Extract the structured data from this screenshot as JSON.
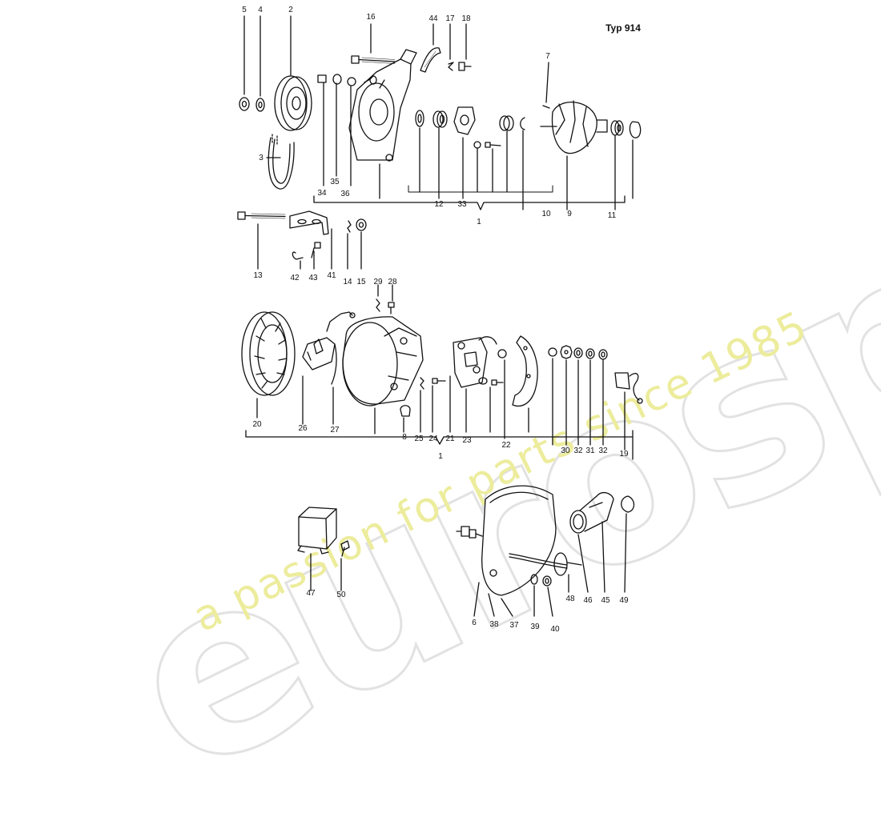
{
  "diagram": {
    "title": "Typ 914",
    "watermark": {
      "logo": "eurospares",
      "tagline": "a passion for parts since 1985"
    },
    "callouts": {
      "c5": "5",
      "c4": "4",
      "c2": "2",
      "c3": "3",
      "c16": "16",
      "c44": "44",
      "c17": "17",
      "c18": "18",
      "c7": "7",
      "c34": "34",
      "c35": "35",
      "c36": "36",
      "c12": "12",
      "c33": "33",
      "c10": "10",
      "c9": "9",
      "c11": "11",
      "c1a": "1",
      "c13": "13",
      "c42": "42",
      "c43": "43",
      "c41": "41",
      "c14": "14",
      "c15": "15",
      "c29": "29",
      "c28": "28",
      "c20": "20",
      "c26": "26",
      "c27": "27",
      "c8": "8",
      "c25": "25",
      "c24": "24",
      "c21": "21",
      "c23": "23",
      "c22": "22",
      "c30": "30",
      "c32a": "32",
      "c31": "31",
      "c32b": "32",
      "c19": "19",
      "c1b": "1",
      "c47": "47",
      "c50": "50",
      "c6": "6",
      "c38": "38",
      "c37": "37",
      "c39": "39",
      "c40": "40",
      "c48": "48",
      "c46": "46",
      "c45": "45",
      "c49": "49"
    },
    "colors": {
      "line": "#111111",
      "watermark_logo": "#e2e2e2",
      "watermark_tag": "#ecec9c"
    }
  }
}
